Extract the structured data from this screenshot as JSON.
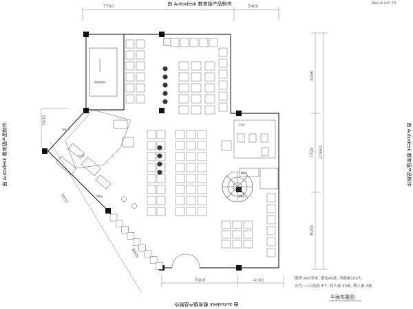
{
  "watermark": "由 Autodesk 教育版产品制作",
  "corner_label": "Rev A 2:5 70",
  "dimensions_top": [
    "7760",
    "5400"
  ],
  "dimensions_bottom": [
    "7900",
    "4160"
  ],
  "dimensions_right": [
    "8160",
    "7700",
    "6000",
    "27860"
  ],
  "dimensions_left": [
    "5830",
    "5850"
  ],
  "dimension_diagonal": "8400",
  "rooms": {
    "kitchen": "厨房操作间",
    "storage": "库房",
    "washroom": "卫生间",
    "cashier": "收银台",
    "reception": "接待台",
    "stage": "表演台",
    "office": "办公室"
  },
  "notes": {
    "line1": "面积:400平米, 座位40桌, 可容纳100人",
    "line2": "分为: 八人包间 4个, 四人桌 33桌, 两人桌 3桌"
  },
  "drawing_title": "平面布置图",
  "icons": {
    "column": "column-block-icon",
    "table": "dining-table-icon",
    "round_table": "round-table-icon",
    "stair": "spiral-stair-icon"
  }
}
